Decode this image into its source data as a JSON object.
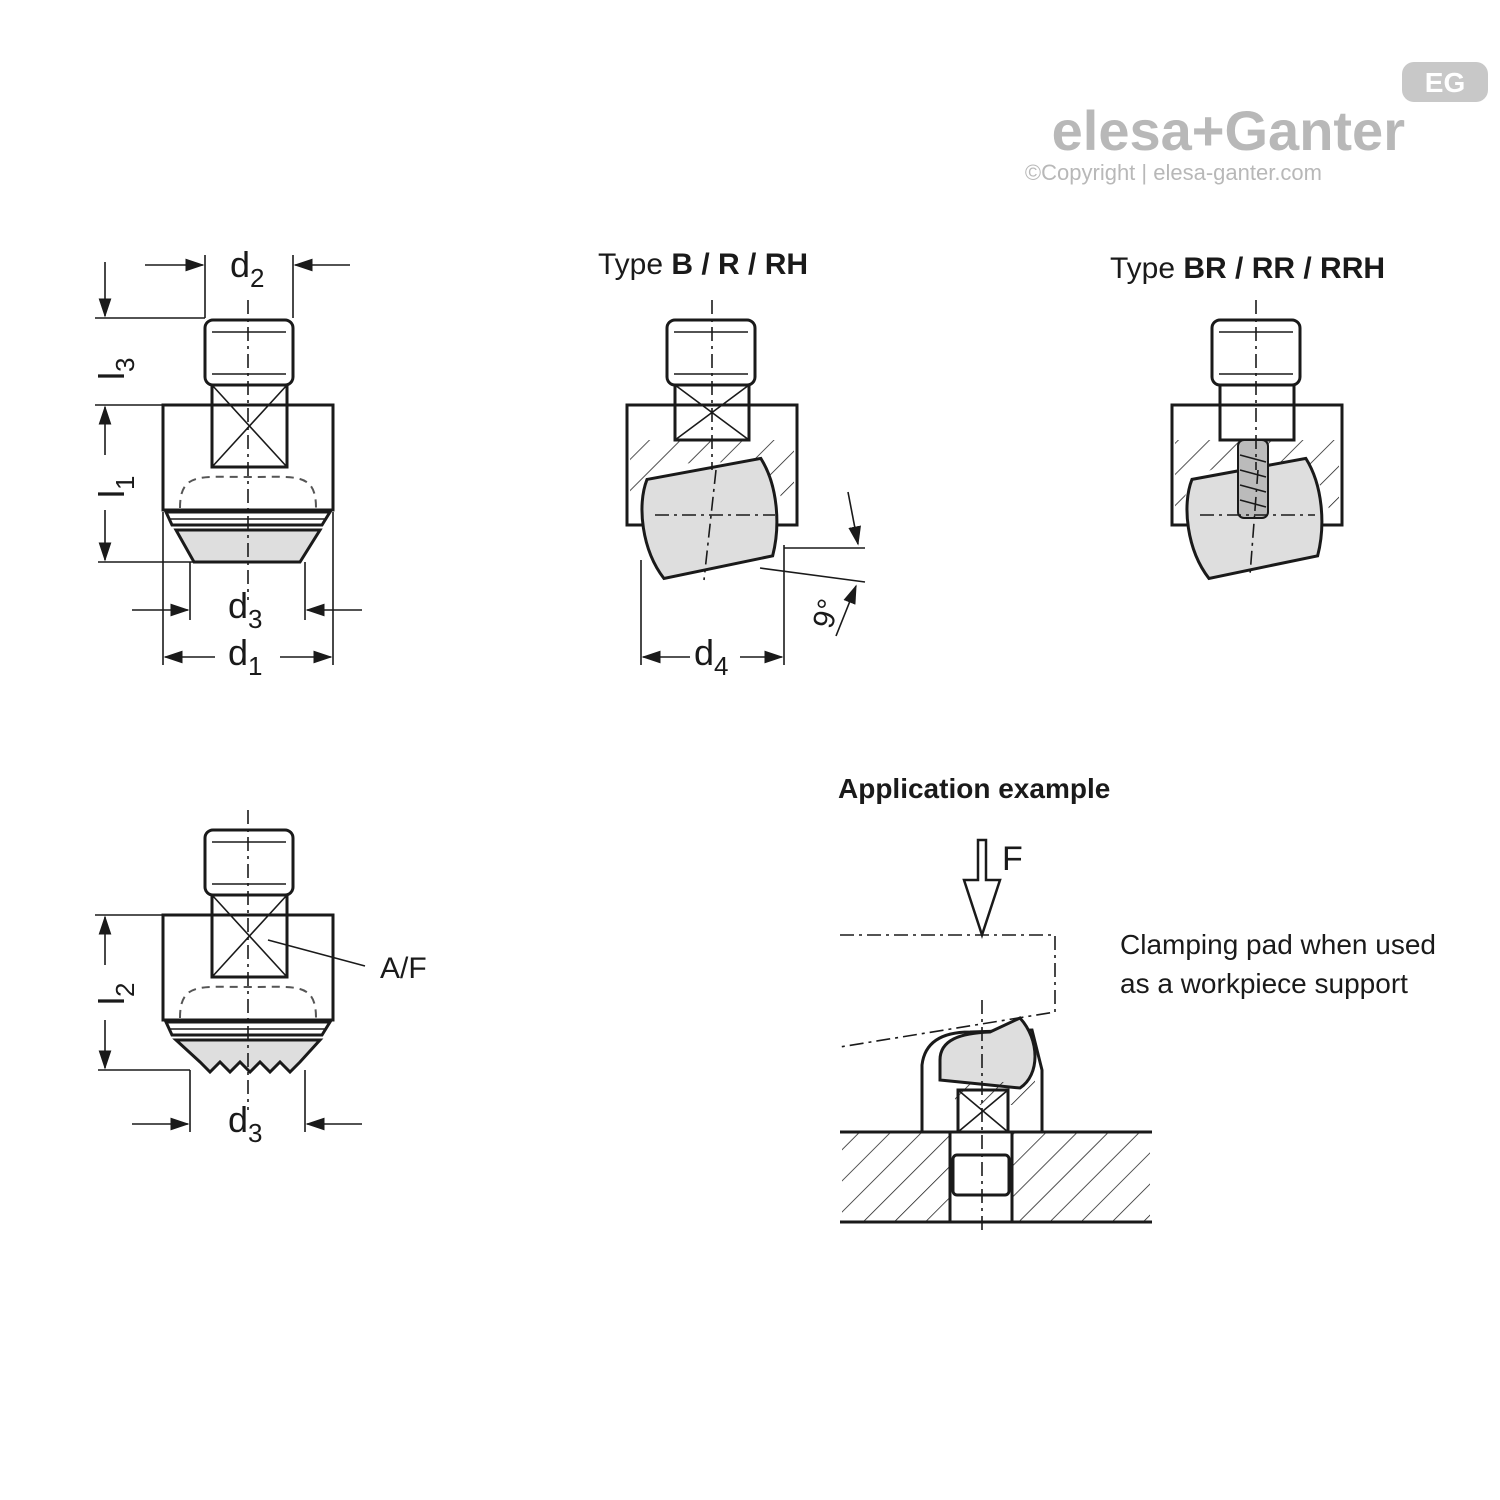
{
  "brand": {
    "logo_text": "elesa+Ganter",
    "badge_text": "EG",
    "copyright": "©Copyright | elesa-ganter.com",
    "color": "#b8b8b8"
  },
  "headings": {
    "type_b": {
      "prefix": "Type ",
      "bold": "B / R / RH"
    },
    "type_br": {
      "prefix": "Type ",
      "bold": "BR / RR / RRH"
    },
    "application": "Application example"
  },
  "dimensions": {
    "d2": {
      "main": "d",
      "sub": "2"
    },
    "d3_top": {
      "main": "d",
      "sub": "3"
    },
    "d1": {
      "main": "d",
      "sub": "1"
    },
    "l3": {
      "main": "l",
      "sub": "3"
    },
    "l1": {
      "main": "l",
      "sub": "1"
    },
    "d4": {
      "main": "d",
      "sub": "4"
    },
    "angle": "9°",
    "l2": {
      "main": "l",
      "sub": "2"
    },
    "d3_bottom": {
      "main": "d",
      "sub": "3"
    },
    "af": "A/F"
  },
  "application": {
    "force": "F",
    "note_line1": "Clamping pad when used",
    "note_line2": "as a workpiece support"
  }
}
